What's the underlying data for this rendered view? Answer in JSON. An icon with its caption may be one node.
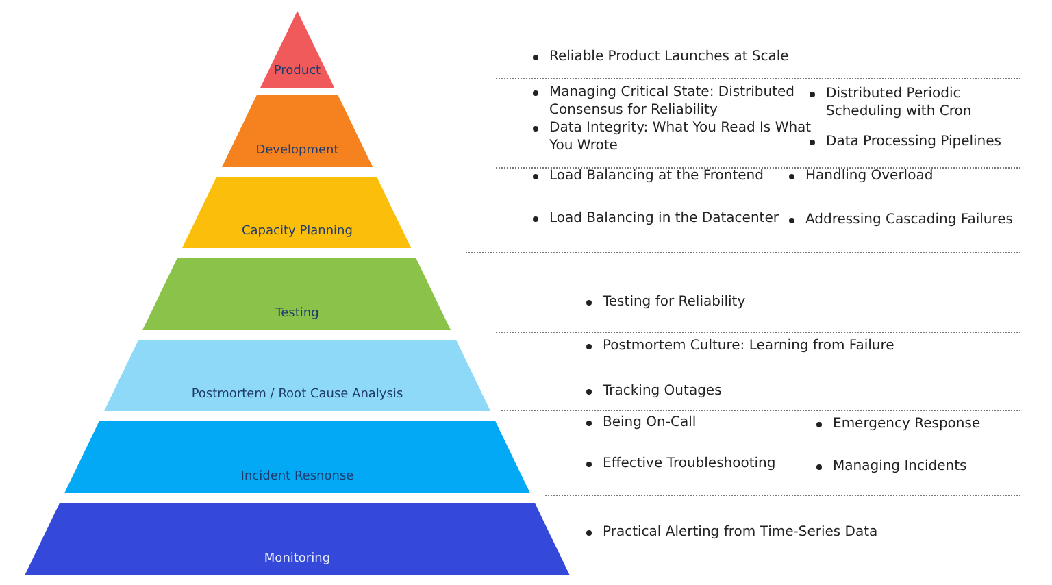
{
  "diagram": {
    "nodes": [
      {
        "text": [
          "Product"
        ]
      },
      {
        "text": [
          "Development"
        ]
      },
      {
        "text": [
          "Capacity Planning"
        ]
      },
      {
        "text": [
          "Testing"
        ]
      },
      {
        "text": [
          "Postmortem / Root Cause Analysis"
        ]
      },
      {
        "text": [
          "Incident Resnonse"
        ]
      },
      {
        "text": [
          "Monitoring"
        ]
      }
    ],
    "labels": [
      "Reliable Product Launches at Scale",
      "Managing Critical State: Distributed Consensus for Reliability",
      "Distributed Periodic Scheduling with Cron",
      "Data Integrity: What You Read Is What You Wrote",
      "Data Processing Pipelines",
      "Load Balancing at the Frontend",
      "Handling Overload",
      "Load Balancing in the Datacenter",
      "Addressing Cascading Failures",
      "Testing for Reliability",
      "Postmortem Culture: Learning from Failure",
      "Tracking Outages",
      "Being On-Call",
      "Emergency Response",
      "Effective Troubleshooting",
      "Managing Incidents",
      "Practical Alerting from Time-Series Data"
    ]
  }
}
